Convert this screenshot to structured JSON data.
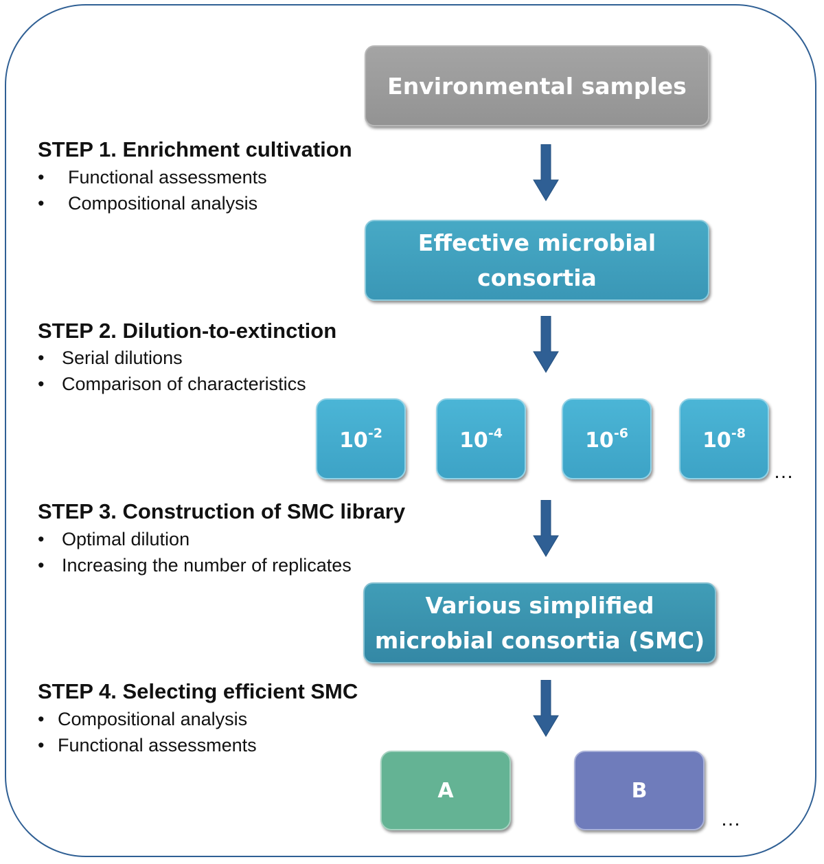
{
  "boxes": {
    "environmental": "Environmental samples",
    "effective_line1": "Effective microbial",
    "effective_line2": "consortia",
    "smc_line1": "Various simplified",
    "smc_line2": "microbial consortia (SMC)",
    "result_a": "A",
    "result_b": "B"
  },
  "dilutions": [
    {
      "base": "10",
      "exp": "-2"
    },
    {
      "base": "10",
      "exp": "-4"
    },
    {
      "base": "10",
      "exp": "-6"
    },
    {
      "base": "10",
      "exp": "-8"
    }
  ],
  "steps": [
    {
      "title": "STEP 1. Enrichment cultivation",
      "bullets": [
        "Functional assessments",
        "Compositional analysis"
      ]
    },
    {
      "title": "STEP 2. Dilution-to-extinction",
      "bullets": [
        "Serial dilutions",
        "Comparison of characteristics"
      ]
    },
    {
      "title": "STEP 3. Construction of SMC library",
      "bullets": [
        "Optimal dilution",
        "Increasing the number of replicates"
      ]
    },
    {
      "title": "STEP 4. Selecting efficient SMC",
      "bullets": [
        "Compositional analysis",
        "Functional assessments"
      ]
    }
  ],
  "bullet_char": "•",
  "ellipsis": "…",
  "colors": {
    "frame": "#2f5f94",
    "gray_box": "#999999",
    "teal_box": "#3e9fbd",
    "dilution_box": "#43acce",
    "box_a": "#64b394",
    "box_b": "#6f7cbb",
    "arrow": "#2f5f94"
  }
}
